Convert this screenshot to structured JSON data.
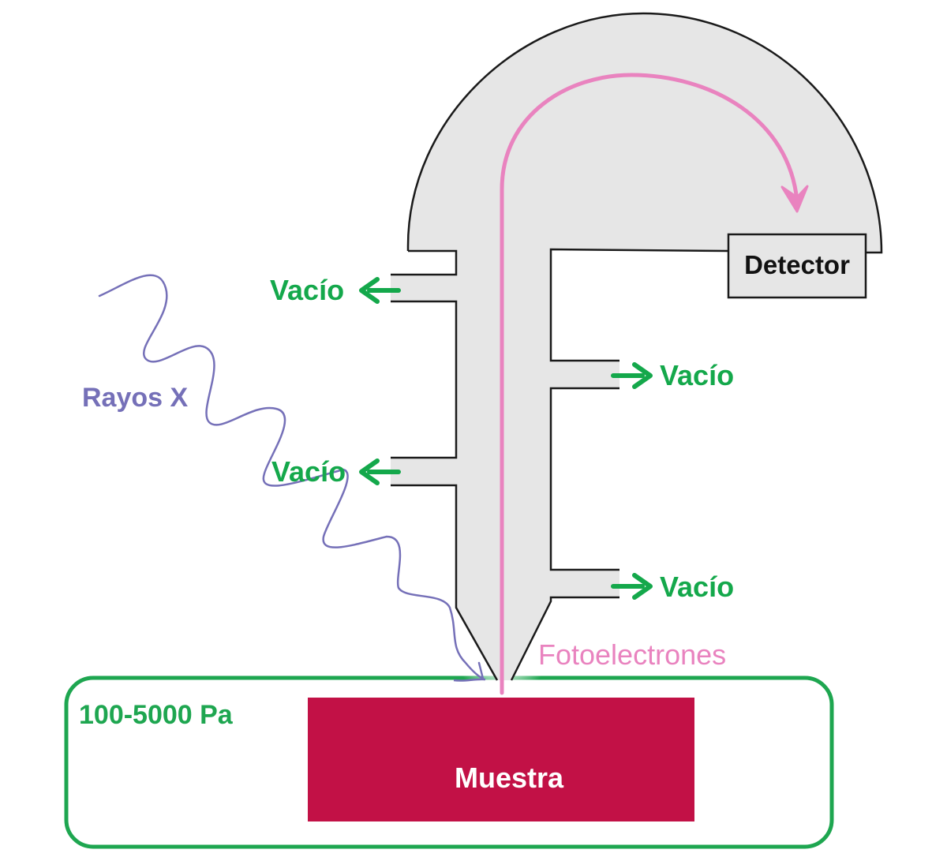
{
  "diagram": {
    "title": "Esquema de espectrómetro de fotoelectrones (presión ambiente)",
    "labels": {
      "detector": "Detector",
      "vacuum": "Vacío",
      "xrays": "Rayos X",
      "photoelectrons": "Fotoelectrones",
      "pressure": "100-5000 Pa",
      "sample": "Muestra"
    },
    "vacuum_ports": [
      {
        "side": "left",
        "label": "Vacío",
        "arrow": "left"
      },
      {
        "side": "left",
        "label": "Vacío",
        "arrow": "left"
      },
      {
        "side": "right",
        "label": "Vacío",
        "arrow": "right"
      },
      {
        "side": "right",
        "label": "Vacío",
        "arrow": "right"
      }
    ],
    "colors": {
      "chamber_fill": "#e6e6e6",
      "outline": "#1a1a1a",
      "vacuum_green": "#14a84b",
      "xray_purple": "#7570b8",
      "photoelectron_pink": "#e983bf",
      "sample_crimson": "#c21146",
      "pressure_box_green": "#1ea650",
      "text_dark": "#111111",
      "text_white": "#ffffff"
    }
  }
}
